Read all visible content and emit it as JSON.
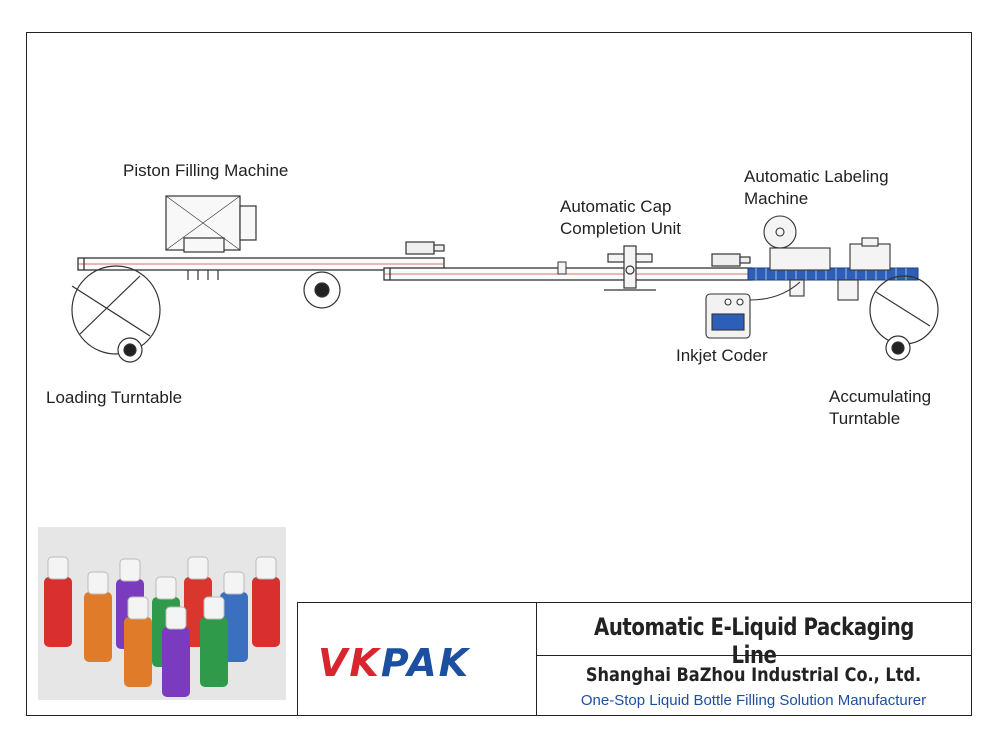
{
  "labels": {
    "piston_filling": "Piston Filling Machine",
    "cap_unit": "Automatic Cap\nCompletion Unit",
    "labeling": "Automatic Labeling\nMachine",
    "inkjet": "Inkjet Coder",
    "loading": "Loading Turntable",
    "accumulating": "Accumulating\nTurntable"
  },
  "title_block": {
    "title": "Automatic E-Liquid Packaging Line",
    "company": "Shanghai BaZhou Industrial Co., Ltd.",
    "tagline": "One-Stop Liquid Bottle Filling Solution Manufacturer",
    "logo_text": "VKPAK"
  },
  "colors": {
    "line": "#333333",
    "conveyor_blue": "#2d5fb8",
    "logo_red": "#d8262e",
    "logo_blue": "#1d4fa0",
    "tagline": "#1d4fa0"
  },
  "bottle_colors": [
    "#d92f2f",
    "#e07b2a",
    "#7a3bbf",
    "#2f9a4a",
    "#d9362e",
    "#3b6fbf"
  ]
}
